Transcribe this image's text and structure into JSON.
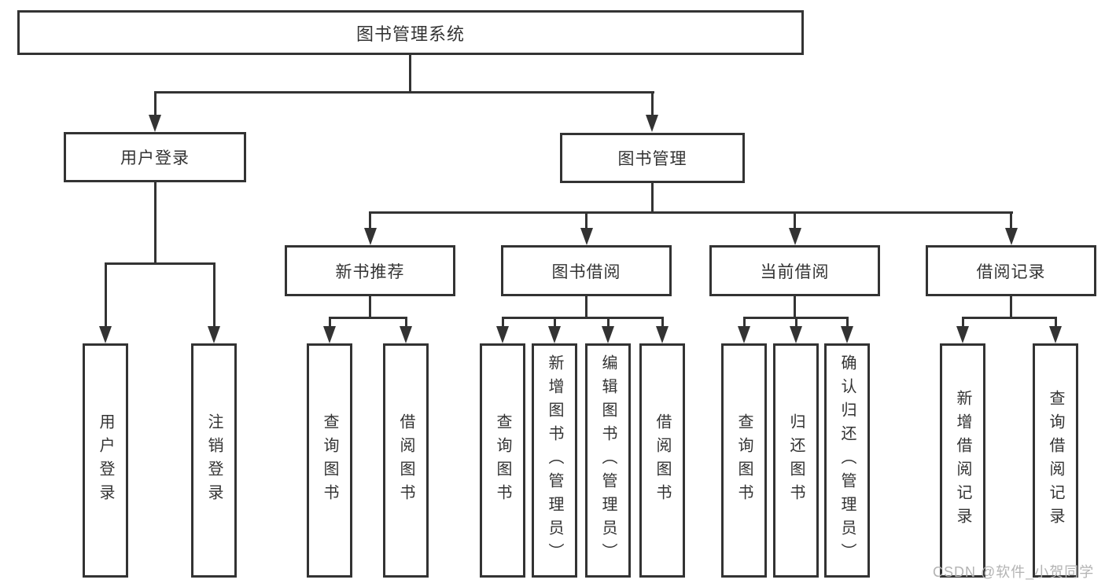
{
  "colors": {
    "line": "#333333",
    "text": "#333333",
    "bg": "#ffffff",
    "watermark": "#b3b3b3"
  },
  "tree": {
    "label": "图书管理系统",
    "children": [
      {
        "label": "用户登录",
        "children": [
          {
            "label": "用户登录"
          },
          {
            "label": "注销登录"
          }
        ]
      },
      {
        "label": "图书管理",
        "children": [
          {
            "label": "新书推荐",
            "children": [
              {
                "label": "查询图书"
              },
              {
                "label": "借阅图书"
              }
            ]
          },
          {
            "label": "图书借阅",
            "children": [
              {
                "label": "查询图书"
              },
              {
                "label": "新增图书（管理员）"
              },
              {
                "label": "编辑图书（管理员）"
              },
              {
                "label": "借阅图书"
              }
            ]
          },
          {
            "label": "当前借阅",
            "children": [
              {
                "label": "查询图书"
              },
              {
                "label": "归还图书"
              },
              {
                "label": "确认归还（管理员）"
              }
            ]
          },
          {
            "label": "借阅记录",
            "children": [
              {
                "label": "新增借阅记录"
              },
              {
                "label": "查询借阅记录"
              }
            ]
          }
        ]
      }
    ]
  },
  "watermark": {
    "text": "CSDN @软件_小贺同学"
  }
}
